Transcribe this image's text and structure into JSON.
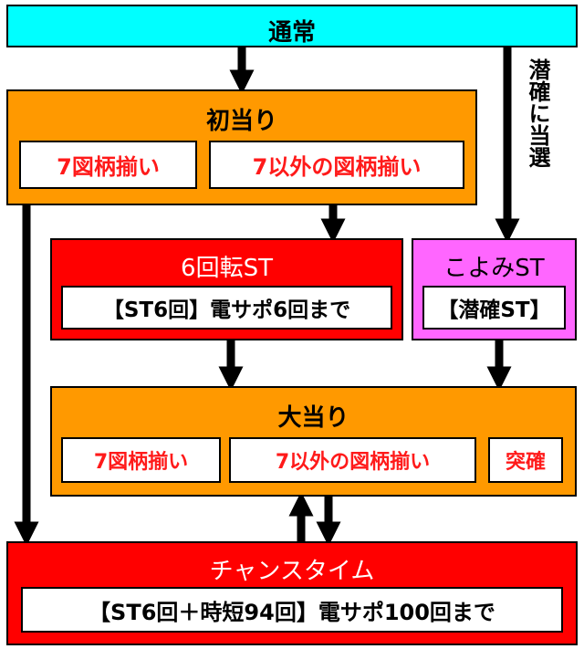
{
  "normal": {
    "title": "通常"
  },
  "first_hit": {
    "title": "初当り",
    "items": [
      "7図柄揃い",
      "7以外の図柄揃い"
    ]
  },
  "six_rot": {
    "title": "6回転ST",
    "desc": "【ST6回】電サポ6回まで"
  },
  "koyomi": {
    "title": "こよみST",
    "desc": "【潜確ST】"
  },
  "big_hit": {
    "title": "大当り",
    "items": [
      "7図柄揃い",
      "7以外の図柄揃い",
      "突確"
    ]
  },
  "chance": {
    "title": "チャンスタイム",
    "desc": "【ST6回＋時短94回】電サポ100回まで"
  },
  "side_label": "潜確に当選",
  "colors": {
    "normal": "#00ffff",
    "hit": "#ff9900",
    "st": "#ff0000",
    "koyomi": "#ff66ff",
    "item_text": "#ff1a1a"
  }
}
